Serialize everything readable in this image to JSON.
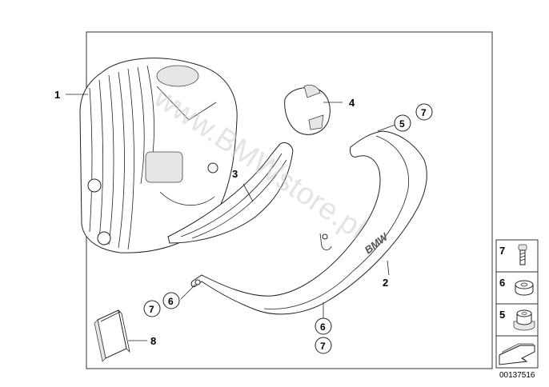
{
  "watermark": "www.BMWstore.pl",
  "logo_text": "BMW",
  "reference_number": "00137516",
  "callouts": {
    "part_1": "1",
    "part_2": "2",
    "part_3": "3",
    "part_4": "4",
    "part_5": "5",
    "part_6": "6",
    "part_7": "7",
    "part_8": "8"
  },
  "legend": {
    "item_top": "7",
    "item_middle": "6",
    "item_bottom": "5"
  }
}
